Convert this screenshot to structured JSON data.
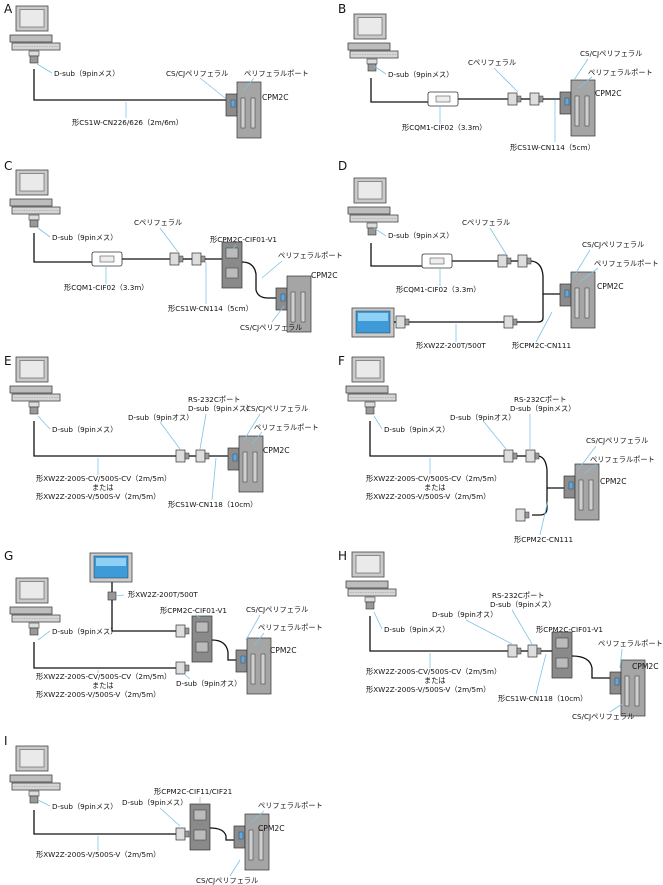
{
  "panels": {
    "a": {
      "letter": "A",
      "dsub": "D-sub（9pinメス）",
      "cscj": "CS/CJペリフェラル",
      "port": "ペリフェラルポート",
      "cpm": "CPM2C",
      "cable": "形CS1W-CN226/626（2m/6m）"
    },
    "b": {
      "letter": "B",
      "dsub": "D-sub（9pinメス）",
      "cper": "Cペリフェラル",
      "cscj": "CS/CJペリフェラル",
      "port": "ペリフェラルポート",
      "cpm": "CPM2C",
      "cqm1": "形CQM1-CIF02（3.3m）",
      "cn114": "形CS1W-CN114（5cm）"
    },
    "c": {
      "letter": "C",
      "dsub": "D-sub（9pinメス）",
      "cper": "Cペリフェラル",
      "cif01": "形CPM2C-CIF01-V1",
      "port": "ペリフェラルポート",
      "cpm": "CPM2C",
      "cqm1": "形CQM1-CIF02（3.3m）",
      "cn114": "形CS1W-CN114（5cm）",
      "cscj": "CS/CJペリフェラル"
    },
    "d": {
      "letter": "D",
      "dsub": "D-sub（9pinメス）",
      "cper": "Cペリフェラル",
      "cscj": "CS/CJペリフェラル",
      "port": "ペリフェラルポート",
      "cpm": "CPM2C",
      "cqm1": "形CQM1-CIF02（3.3m）",
      "xw2z": "形XW2Z-200T/500T",
      "cn111": "形CPM2C-CN111"
    },
    "e": {
      "letter": "E",
      "dsub": "D-sub（9pinメス）",
      "rs232": "RS-232Cポート",
      "dsubf": "D-sub（9pinメス）",
      "dsubm": "D-sub（9pinオス）",
      "cscj": "CS/CJペリフェラル",
      "port": "ペリフェラルポート",
      "cpm": "CPM2C",
      "cv": "形XW2Z-200S-CV/500S-CV（2m/5m）",
      "or": "または",
      "v": "形XW2Z-200S-V/500S-V（2m/5m）",
      "cn118": "形CS1W-CN118（10cm）"
    },
    "f": {
      "letter": "F",
      "dsub": "D-sub（9pinメス）",
      "rs232": "RS-232Cポート",
      "dsubf": "D-sub（9pinメス）",
      "dsubm": "D-sub（9pinオス）",
      "cscj": "CS/CJペリフェラル",
      "port": "ペリフェラルポート",
      "cpm": "CPM2C",
      "cv": "形XW2Z-200S-CV/500S-CV（2m/5m）",
      "or": "または",
      "v": "形XW2Z-200S-V/500S-V（2m/5m）",
      "cn111": "形CPM2C-CN111"
    },
    "g": {
      "letter": "G",
      "nt": "形XW2Z-200T/500T",
      "cif01": "形CPM2C-CIF01-V1",
      "cscj": "CS/CJペリフェラル",
      "port": "ペリフェラルポート",
      "cpm": "CPM2C",
      "dsub": "D-sub（9pinメス）",
      "cv": "形XW2Z-200S-CV/500S-CV（2m/5m）",
      "or": "または",
      "v": "形XW2Z-200S-V/500S-V（2m/5m）",
      "dsubm": "D-sub（9pinオス）"
    },
    "h": {
      "letter": "H",
      "dsub": "D-sub（9pinメス）",
      "rs232": "RS-232Cポート",
      "dsubf": "D-sub（9pinメス）",
      "dsubm": "D-sub（9pinオス）",
      "cif01": "形CPM2C-CIF01-V1",
      "port": "ペリフェラルポート",
      "cpm": "CPM2C",
      "cv": "形XW2Z-200S-CV/500S-CV（2m/5m）",
      "or": "または",
      "v": "形XW2Z-200S-V/500S-V（2m/5m）",
      "cn118": "形CS1W-CN118（10cm）",
      "cscj": "CS/CJペリフェラル"
    },
    "i": {
      "letter": "I",
      "dsub": "D-sub（9pinメス）",
      "cif11": "形CPM2C-CIF11/CIF21",
      "dsubf": "D-sub（9pinメス）",
      "port": "ペリフェラルポート",
      "cpm": "CPM2C",
      "v": "形XW2Z-200S-V/500S-V（2m/5m）",
      "cscj": "CS/CJペリフェラル"
    }
  }
}
